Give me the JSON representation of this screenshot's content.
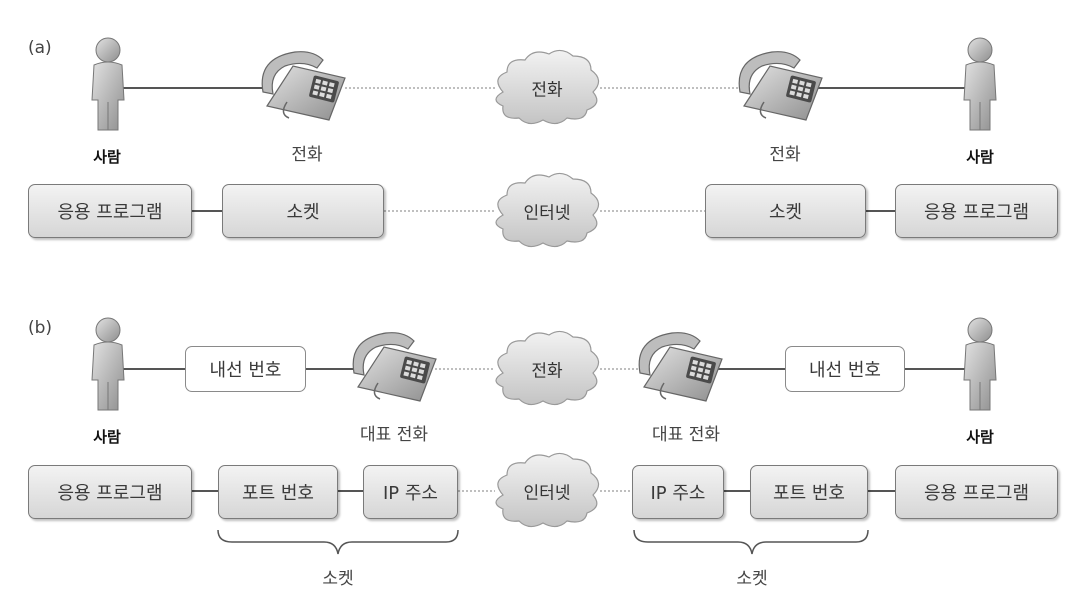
{
  "panels": {
    "a": "(a)",
    "b": "(b)"
  },
  "labels": {
    "person": "사람",
    "phone": "전화",
    "rep_phone": "대표 전화",
    "app": "응용 프로그램",
    "socket": "소켓",
    "internet": "인터넷",
    "extension": "내선 번호",
    "port": "포트 번호",
    "ip": "IP 주소"
  }
}
